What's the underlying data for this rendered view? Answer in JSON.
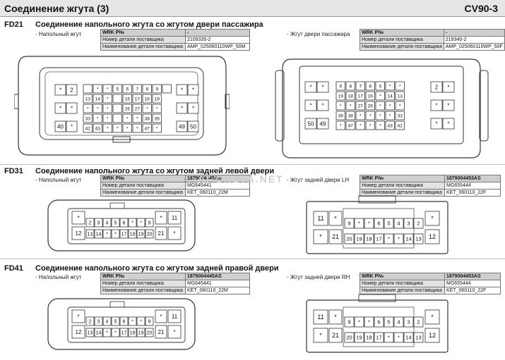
{
  "header": {
    "title": "Соединение жгута (3)",
    "code": "CV90-3"
  },
  "watermark": "AI-CRETA.NET",
  "sections": [
    {
      "code": "FD21",
      "title": "Соединение напольного жгута со жгутом двери пассажира",
      "left": {
        "label": "- Напольный жгут",
        "table": [
          [
            "WRK P№",
            "-"
          ],
          [
            "Номер детали поставщика",
            "2109335-2"
          ],
          [
            "Наименование детали поставщика",
            "AMP_025060110WP_50M"
          ]
        ]
      },
      "right": {
        "label": "- Жгут двери пассажира",
        "table": [
          [
            "WRK P№",
            "-"
          ],
          [
            "Номер детали поставщика",
            "219340-2"
          ],
          [
            "Наименование детали поставщика",
            "AMP_025060110WP_50F"
          ]
        ]
      }
    },
    {
      "code": "FD31",
      "title": "Соединение напольного жгута со жгутом задней левой двери",
      "left": {
        "label": "- Напольный жгут",
        "table": [
          [
            "WRK P№",
            "1879004445AS"
          ],
          [
            "Номер детали поставщика",
            "MG645441"
          ],
          [
            "Наименование детали поставщика",
            "KET_060110_22M"
          ]
        ]
      },
      "right": {
        "label": "- Жгут задней двери LH",
        "table": [
          [
            "WRK P№",
            "1879004453AS"
          ],
          [
            "Номер детали поставщика",
            "MG655444"
          ],
          [
            "Наименование детали поставщика",
            "KET_060110_22F"
          ]
        ]
      }
    },
    {
      "code": "FD41",
      "title": "Соединение напольного жгута со жгутом задней правой двери",
      "left": {
        "label": "- Напольный жгут",
        "table": [
          [
            "WRK P№",
            "1879004445AS"
          ],
          [
            "Номер детали поставщика",
            "MG645441"
          ],
          [
            "Наименование детали поставщика",
            "KET_060110_22M"
          ]
        ]
      },
      "right": {
        "label": "- Жгут задней двери RH",
        "table": [
          [
            "WRK P№",
            "1879004453AS"
          ],
          [
            "Номер детали поставщика",
            "MG655444"
          ],
          [
            "Наименование детали поставщика",
            "KET_060110_22F"
          ]
        ]
      }
    }
  ],
  "pins": {
    "fd21_male": {
      "left_col": [
        [
          "*",
          "2"
        ],
        [
          "*",
          "*"
        ],
        [
          "40",
          "*"
        ]
      ],
      "right_col": [
        [
          "*",
          "*"
        ],
        [
          "*",
          "*"
        ],
        [
          "49",
          "50"
        ]
      ],
      "center": [
        [
          "",
          "*",
          "*",
          "5",
          "6",
          "7",
          "8",
          "9",
          ""
        ],
        [
          "13",
          "14",
          "*",
          "",
          "16",
          "17",
          "18",
          "19"
        ],
        [
          "*",
          "*",
          "*",
          "",
          "26",
          "27",
          "*",
          "*"
        ],
        [
          "33",
          "*",
          "*",
          "",
          "*",
          "*",
          "38",
          "39"
        ],
        [
          "42",
          "43",
          "*",
          "*",
          "*",
          "*",
          "47",
          "*"
        ]
      ]
    },
    "fd21_female": {
      "left_col": [
        [
          "*",
          "*"
        ],
        [
          "*",
          "*"
        ],
        [
          "50",
          "49"
        ]
      ],
      "right_col": [
        [
          "2",
          "*"
        ],
        [
          "*",
          "*"
        ],
        [
          "*",
          "*"
        ]
      ],
      "center": [
        [
          "9",
          "8",
          "7",
          "6",
          "5",
          "*",
          "*"
        ],
        [
          "19",
          "18",
          "17",
          "16",
          "*",
          "14",
          "13"
        ],
        [
          "*",
          "*",
          "27",
          "26",
          "*",
          "*",
          "*"
        ],
        [
          "39",
          "38",
          "*",
          "*",
          "*",
          "*",
          "33"
        ],
        [
          "*",
          "47",
          "*",
          "*",
          "*",
          "43",
          "42"
        ]
      ]
    },
    "door_male": {
      "corner_tl": "*",
      "corner_bl": "12",
      "corner_tr": "11",
      "corner_br": "*",
      "inner_tl": "*",
      "inner_br": "21",
      "top_row": [
        "2",
        "3",
        "4",
        "5",
        "6",
        "*",
        "*",
        "9"
      ],
      "bottom_row": [
        "13",
        "14",
        "*",
        "*",
        "17",
        "18",
        "19",
        "20"
      ]
    },
    "door_female": {
      "corner_tl": "11",
      "corner_bl": "*",
      "corner_tr": "*",
      "corner_br": "12",
      "inner_tl": "*",
      "inner_bl": "21",
      "top_row": [
        "9",
        "*",
        "*",
        "6",
        "5",
        "4",
        "3",
        "2"
      ],
      "bottom_row": [
        "20",
        "19",
        "18",
        "17",
        "*",
        "*",
        "14",
        "13"
      ]
    }
  }
}
